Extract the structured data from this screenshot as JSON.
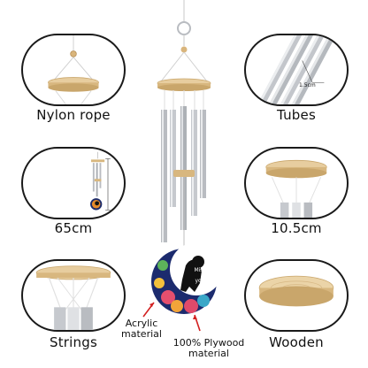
{
  "panels": {
    "nylon_rope": {
      "label": "Nylon rope",
      "icon": "wooden-ring-with-rope-icon"
    },
    "tubes": {
      "label": "Tubes",
      "icon": "aluminum-tubes-icon",
      "dimension": "1.5cm"
    },
    "length": {
      "label": "65cm",
      "icon": "full-chime-length-icon"
    },
    "diameter": {
      "label": "10.5cm",
      "icon": "wooden-ring-diameter-icon"
    },
    "strings": {
      "label": "Strings",
      "icon": "strings-and-tubes-icon"
    },
    "wooden": {
      "label": "Wooden",
      "icon": "wooden-disc-icon"
    }
  },
  "center": {
    "acrylic_label": "Acrylic\nmaterial",
    "plywood_label": "100% Plywood\nmaterial",
    "pendant_text": "Miss you",
    "pendant_icon": "dog-on-moon-pendant-icon"
  },
  "colors": {
    "wood": "#e4c99a",
    "wood_dark": "#c9a66b",
    "metal": "#b9bcc1",
    "metal_light": "#e8eaec",
    "outline": "#1a1a1a",
    "red_arrow": "#d21f1f"
  }
}
